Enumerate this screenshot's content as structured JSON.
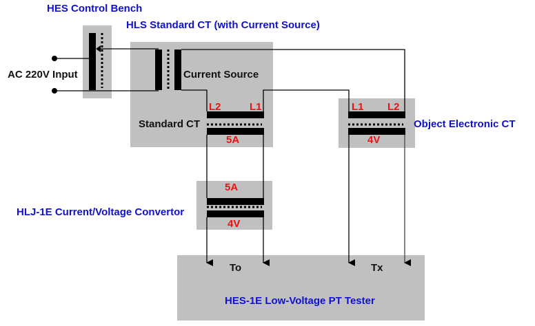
{
  "diagram": {
    "colors": {
      "box_fill": "#c0c0c0",
      "title_blue": "#1010d0",
      "terminal_red": "#ee1111",
      "wire": "#000000"
    },
    "titles": {
      "control_bench": "HES Control Bench",
      "standard_ct": "HLS Standard CT (with Current Source)",
      "object_ct": "Object Electronic CT",
      "convertor": "HLJ-1E Current/Voltage Convertor",
      "tester": "HES-1E Low-Voltage PT Tester"
    },
    "labels": {
      "ac_input": "AC 220V Input",
      "current_source": "Current Source",
      "standard_ct_inner": "Standard CT",
      "tester_to": "To",
      "tester_tx": "Tx"
    },
    "terminals": {
      "std_ct_l2": "L2",
      "std_ct_l1": "L1",
      "std_ct_secondary": "5A",
      "obj_ct_l1": "L1",
      "obj_ct_l2": "L2",
      "obj_ct_secondary": "4V",
      "conv_primary": "5A",
      "conv_secondary": "4V"
    }
  }
}
